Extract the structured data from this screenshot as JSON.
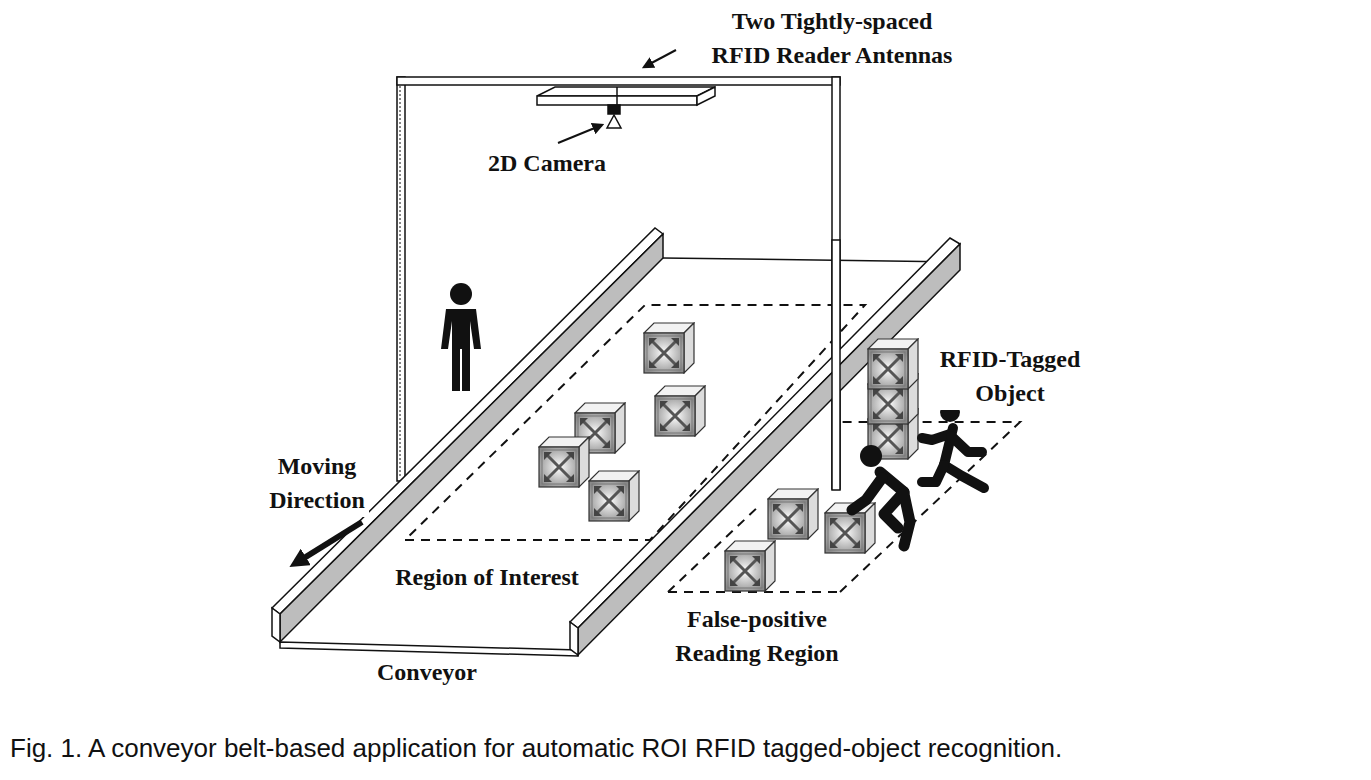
{
  "diagram": {
    "caption": "Fig. 1.  A conveyor belt-based application for automatic ROI RFID tagged-object recognition.",
    "labels": [
      "Two Tightly-spaced RFID Reader Antennas",
      "2D Camera",
      "RFID-Tagged Object",
      "Moving Direction",
      "Region of Interest",
      "False-positive Reading Region",
      "Conveyor"
    ]
  }
}
